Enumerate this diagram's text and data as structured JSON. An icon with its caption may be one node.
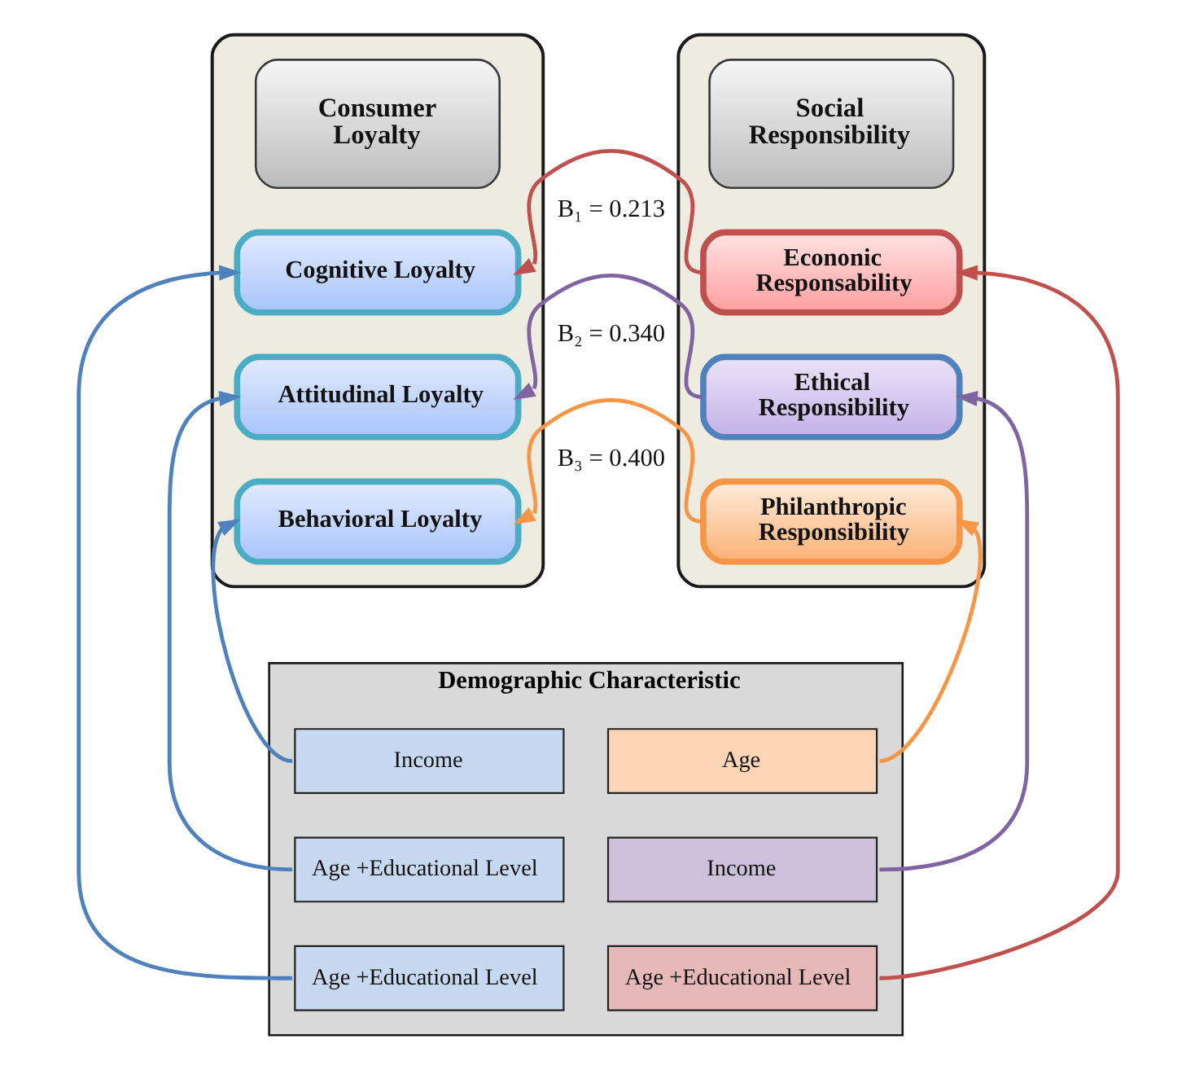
{
  "diagram": {
    "nodes": [
      {
        "text": [],
        "shape": "box"
      },
      {
        "text": [
          "Consumer Loyalty"
        ],
        "in": 0
      },
      {
        "text": [
          "Cognitive Loyalty"
        ],
        "in": 0
      },
      {
        "text": [
          "Attitudinal Loyalty"
        ],
        "in": 0
      },
      {
        "text": [
          "Behavioral Loyalty"
        ],
        "in": 0
      },
      {
        "text": [],
        "shape": "box"
      },
      {
        "text": [
          "Social Responsibility"
        ],
        "in": 5
      },
      {
        "text": [
          "Econonic Responsability"
        ],
        "in": 5
      },
      {
        "text": [
          "Ethical Responsibility"
        ],
        "in": 5
      },
      {
        "text": [
          "Philanthropic Responsibility"
        ],
        "in": 5
      },
      {
        "text": [
          "Demographic Characteristic"
        ]
      },
      {
        "text": [
          "Income"
        ],
        "in": 10
      },
      {
        "text": [
          "Age"
        ],
        "in": 10
      },
      {
        "text": [
          "Age +Educational Level"
        ],
        "in": 10
      },
      {
        "text": [
          "Income"
        ],
        "in": 10
      },
      {
        "text": [
          "Age +Educational Level"
        ],
        "in": 10
      },
      {
        "text": [
          "Age +Educational Level"
        ],
        "in": 10
      }
    ],
    "edges": [
      {
        "from": 7,
        "to": 2,
        "arrow": "to",
        "label": "B₁ = 0.213",
        "color": "#c0504d"
      },
      {
        "from": 8,
        "to": 3,
        "arrow": "to",
        "label": "B₂ = 0.340",
        "color": "#8064a2"
      },
      {
        "from": 9,
        "to": 4,
        "arrow": "to",
        "label": "B₃ = 0.400",
        "color": "#f79646"
      },
      {
        "from": 11,
        "to": 4,
        "arrow": "to"
      },
      {
        "from": 12,
        "to": 9,
        "arrow": "to",
        "color": "#f79646"
      },
      {
        "from": 13,
        "to": 3,
        "arrow": "to"
      },
      {
        "from": 14,
        "to": 8,
        "arrow": "to",
        "color": "#8064a2"
      },
      {
        "from": 15,
        "to": 2,
        "arrow": "to"
      },
      {
        "from": 16,
        "to": 7,
        "arrow": "to",
        "color": "#c0504d"
      }
    ]
  }
}
